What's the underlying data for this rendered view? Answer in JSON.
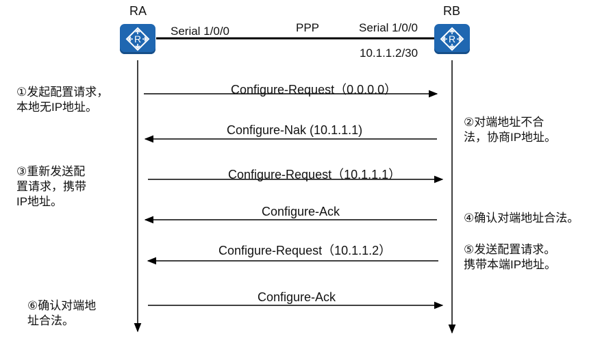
{
  "devices": {
    "ra": {
      "label": "RA"
    },
    "rb": {
      "label": "RB"
    }
  },
  "link": {
    "protocol": "PPP",
    "ra_interface": "Serial 1/0/0",
    "rb_interface": "Serial 1/0/0",
    "rb_address": "10.1.1.2/30"
  },
  "messages": [
    {
      "text": "Configure-Request（0.0.0.0）",
      "direction": "RA→RB"
    },
    {
      "text": "Configure-Nak (10.1.1.1)",
      "direction": "RB→RA"
    },
    {
      "text": "Configure-Request（10.1.1.1）",
      "direction": "RA→RB"
    },
    {
      "text": "Configure-Ack",
      "direction": "RB→RA"
    },
    {
      "text": "Configure-Request（10.1.1.2）",
      "direction": "RB→RA"
    },
    {
      "text": "Configure-Ack",
      "direction": "RA→RB"
    }
  ],
  "notes": [
    {
      "text": "①发起配置请求，\n本地无IP地址。"
    },
    {
      "text": "②对端地址不合\n法，协商IP地址。"
    },
    {
      "text": "③重新发送配\n置请求，携带\nIP地址。"
    },
    {
      "text": "④确认对端地址合法。"
    },
    {
      "text": "⑤发送配置请求。\n携带本端IP地址。"
    },
    {
      "text": "⑥确认对端地\n址合法。"
    }
  ]
}
